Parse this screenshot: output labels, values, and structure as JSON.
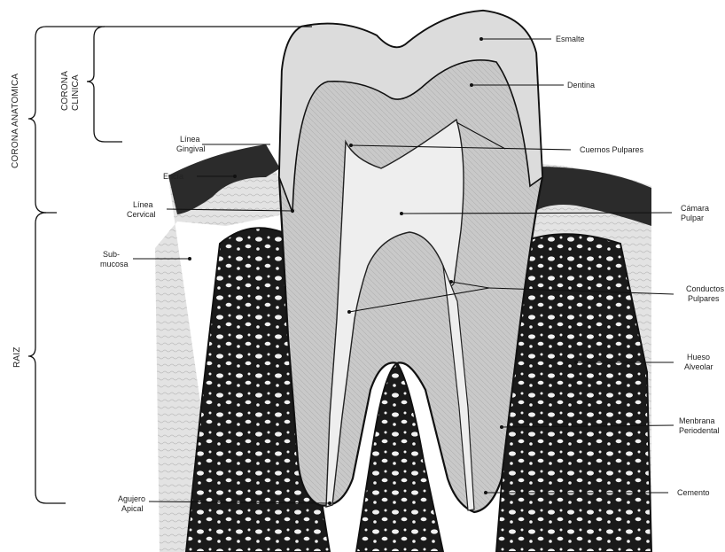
{
  "side_labels": {
    "corona_anatomica": "CORONA ANATOMICA",
    "corona_clinica_line1": "CORONA",
    "corona_clinica_line2": "CLINICA",
    "raiz": "RAIZ"
  },
  "labels": {
    "esmalte": "Esmalte",
    "dentina": "Dentina",
    "cuernos_pulpares": "Cuernos Pulpares",
    "camara_pulpar_1": "Cámara",
    "camara_pulpar_2": "Pulpar",
    "conductos_pulpares_1": "Conductos",
    "conductos_pulpares_2": "Pulpares",
    "hueso_alveolar_1": "Hueso",
    "hueso_alveolar_2": "Alveolar",
    "membrana_periodontal_1": "Menbrana",
    "membrana_periodontal_2": "Periodental",
    "cemento": "Cemento",
    "linea_gingival_1": "Línea",
    "linea_gingival_2": "Gingival",
    "encia": "Encía",
    "linea_cervical_1": "Línea",
    "linea_cervical_2": "Cervical",
    "submucosa_1": "Sub-",
    "submucosa_2": "mucosa",
    "agujero_apical_1": "Agujero",
    "agujero_apical_2": "Apical"
  },
  "colors": {
    "ink": "#111111",
    "bone": "#1c1c1c",
    "enamel": "#d9d9d9",
    "dentin": "#c4c4c4",
    "pulp": "#ececec",
    "gum": "#b8b8b8",
    "paper": "#ffffff"
  }
}
